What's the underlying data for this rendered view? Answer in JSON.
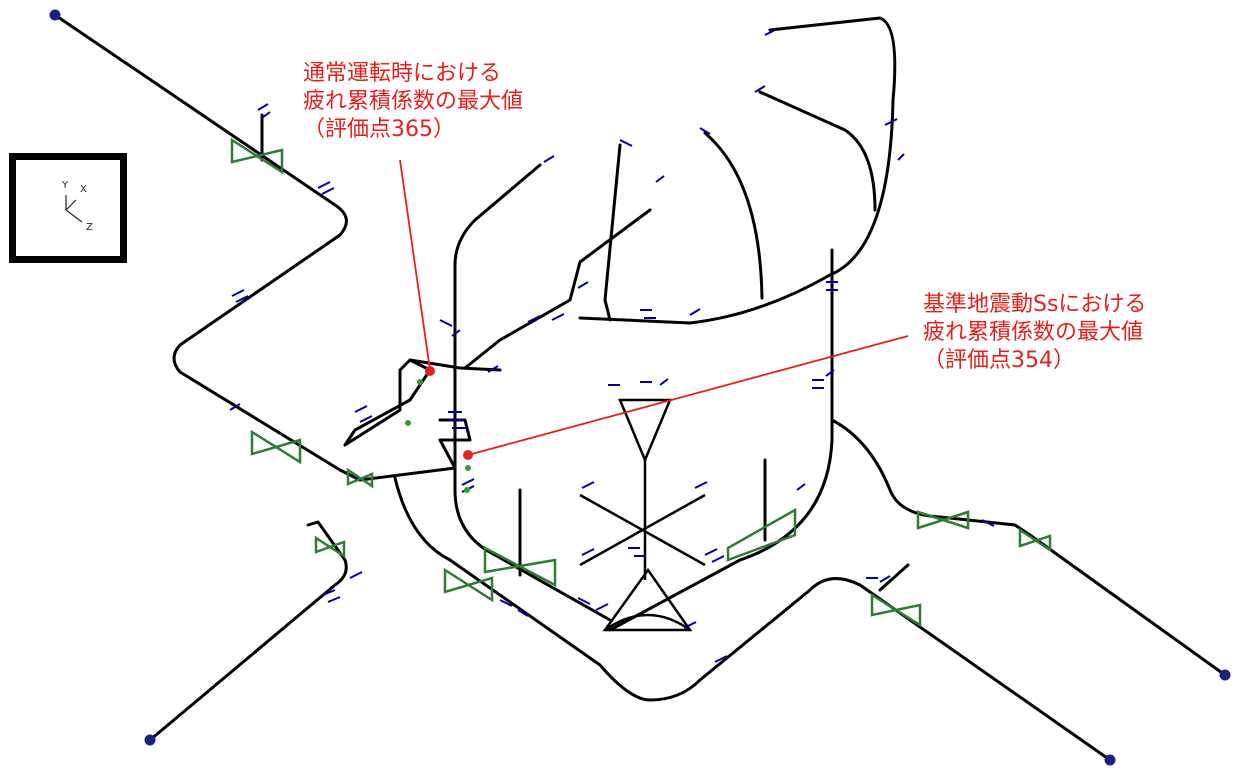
{
  "colors": {
    "pipe": "#000000",
    "support": "#0000a0",
    "valve": "#2e7d32",
    "callout": "#e8201c",
    "eval_point": "#e8201c",
    "node": "#2e9e2e"
  },
  "axis_triad": {
    "y_label": "Y",
    "x_label": "X",
    "z_label": "Z"
  },
  "callouts": {
    "normal": {
      "line1": "通常運転時における",
      "line2": "疲れ累積係数の最大値",
      "line3": "（評価点365）"
    },
    "seismic": {
      "line1": "基準地震動Ssにおける",
      "line2": "疲れ累積係数の最大値",
      "line3": "（評価点354）"
    }
  },
  "icons": {
    "anchor": "anchor-icon",
    "valve": "valve-icon",
    "support": "pipe-support-icon",
    "evaluation_point": "evaluation-point-icon"
  }
}
